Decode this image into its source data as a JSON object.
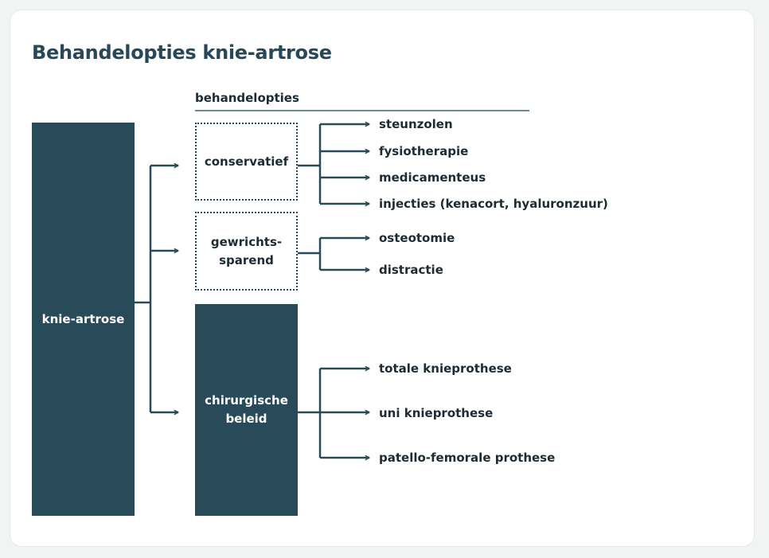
{
  "title": "Behandelopties knie-artrose",
  "header": "behandelopties",
  "root": "knie-artrose",
  "categories": [
    {
      "label_lines": [
        "conservatief"
      ],
      "style": "dotted",
      "options": [
        "steunzolen",
        "fysiotherapie",
        "medicamenteus",
        "injecties (kenacort, hyaluronzuur)"
      ]
    },
    {
      "label_lines": [
        "gewrichts-",
        "sparend"
      ],
      "style": "dotted",
      "options": [
        "osteotomie",
        "distractie"
      ]
    },
    {
      "label_lines": [
        "chirurgische",
        "beleid"
      ],
      "style": "filled",
      "options": [
        "totale knieprothese",
        "uni knieprothese",
        "patello-femorale prothese"
      ]
    }
  ],
  "colors": {
    "accent": "#294a59",
    "title": "#274858",
    "rule": "#6f8a95"
  }
}
